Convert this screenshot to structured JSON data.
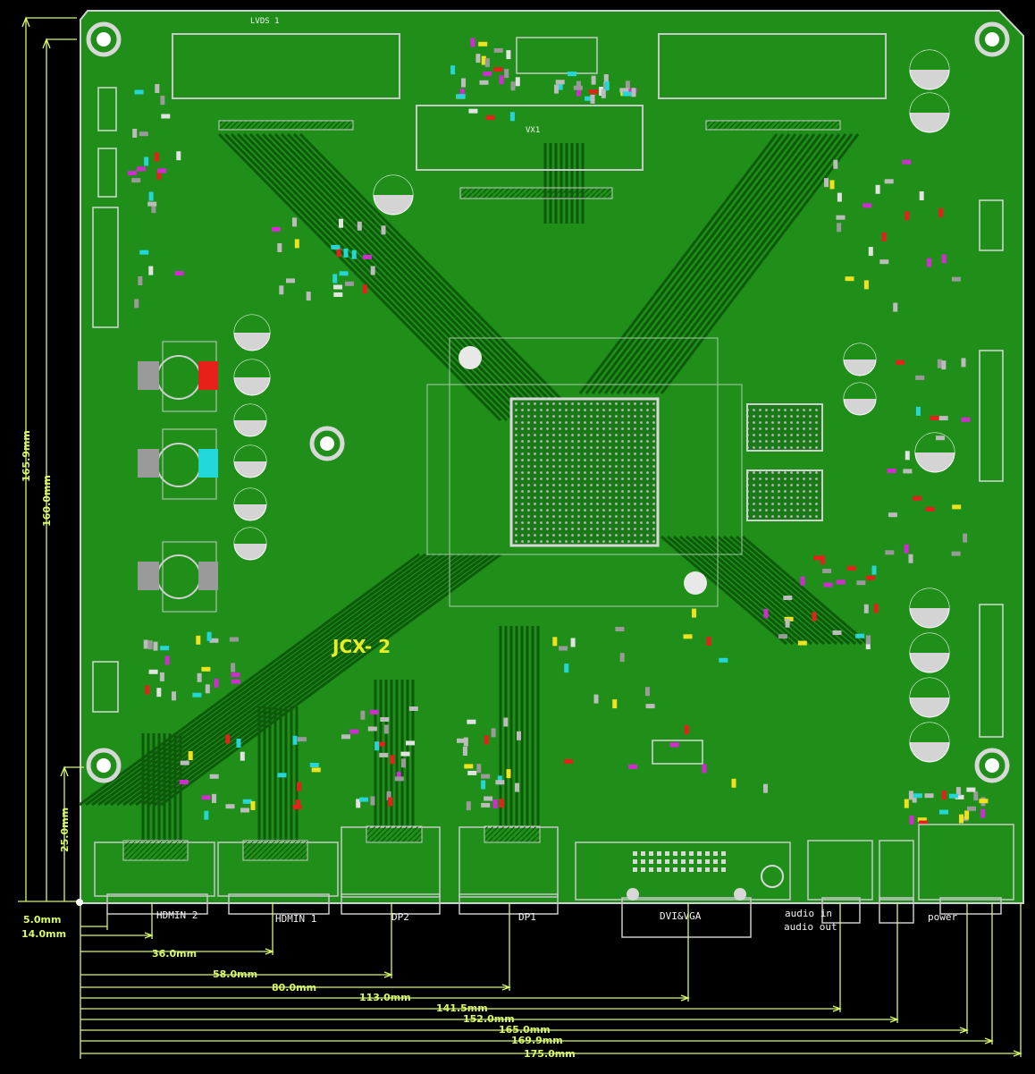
{
  "board": {
    "label": "JCX-   2",
    "silkscreen": {
      "lvds_top": "LVDS 1",
      "vx1": "VX1"
    }
  },
  "ports": [
    {
      "id": "hdmi2",
      "label": "HDMIN 2"
    },
    {
      "id": "hdmi1",
      "label": "HDMIN 1"
    },
    {
      "id": "dp2",
      "label": "DP2"
    },
    {
      "id": "dp1",
      "label": "DP1"
    },
    {
      "id": "dvi_vga",
      "label": "DVI&VGA"
    },
    {
      "id": "audio_in",
      "label": "audio in"
    },
    {
      "id": "audio_out",
      "label": "audio out"
    },
    {
      "id": "power",
      "label": "power"
    }
  ],
  "dimensions": {
    "vertical": [
      {
        "id": "v_total",
        "label": "165.9mm"
      },
      {
        "id": "v_hole",
        "label": "160.0mm"
      },
      {
        "id": "v_short",
        "label": "25.0mm"
      }
    ],
    "horizontal": [
      {
        "id": "h5",
        "label": "5.0mm"
      },
      {
        "id": "h14",
        "label": "14.0mm"
      },
      {
        "id": "h36",
        "label": "36.0mm"
      },
      {
        "id": "h58",
        "label": "58.0mm"
      },
      {
        "id": "h80",
        "label": "80.0mm"
      },
      {
        "id": "h113",
        "label": "113.0mm"
      },
      {
        "id": "h1415",
        "label": "141.5mm"
      },
      {
        "id": "h152",
        "label": "152.0mm"
      },
      {
        "id": "h165",
        "label": "165.0mm"
      },
      {
        "id": "h1699",
        "label": "169.9mm"
      },
      {
        "id": "h175",
        "label": "175.0mm"
      }
    ]
  },
  "colors": {
    "background": "#000000",
    "board": "#1f8f1a",
    "trace": "#0c5a0a",
    "outline": "#c8c8c8",
    "dimension": "#d8f86a",
    "silkscreen_label": "#ecec22"
  }
}
